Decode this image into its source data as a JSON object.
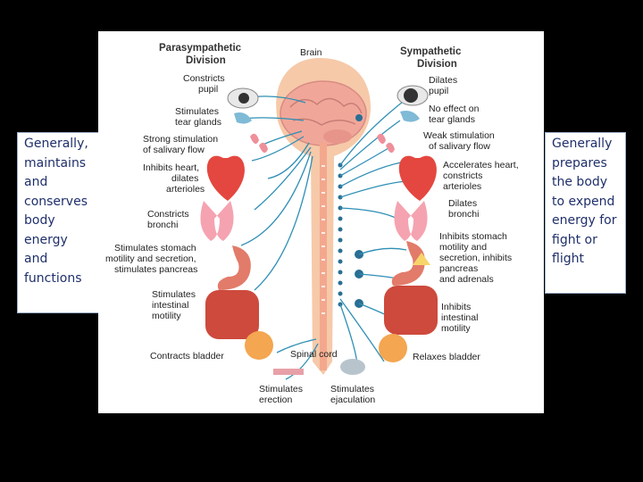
{
  "left_callout": {
    "text": "Generally, maintains and conserves body energy and functions"
  },
  "right_callout": {
    "text": "Generally prepares the body to expend energy for fight or flight"
  },
  "figure": {
    "parasympathetic_title_1": "Parasympathetic",
    "parasympathetic_title_2": "Division",
    "brain": "Brain",
    "sympathetic_title_1": "Sympathetic",
    "sympathetic_title_2": "Division",
    "para": {
      "pupil_1": "Constricts",
      "pupil_2": "pupil",
      "tear_1": "Stimulates",
      "tear_2": "tear glands",
      "saliva_1": "Strong stimulation",
      "saliva_2": "of salivary flow",
      "heart_1": "Inhibits heart,",
      "heart_2": "dilates",
      "heart_3": "arterioles",
      "bronchi_1": "Constricts",
      "bronchi_2": "bronchi",
      "stomach_1": "Stimulates stomach",
      "stomach_2": "motility and secretion,",
      "stomach_3": "stimulates pancreas",
      "intestine_1": "Stimulates",
      "intestine_2": "intestinal",
      "intestine_3": "motility",
      "bladder": "Contracts bladder",
      "erection_1": "Stimulates",
      "erection_2": "erection"
    },
    "symp": {
      "pupil_1": "Dilates",
      "pupil_2": "pupil",
      "tear_1": "No effect on",
      "tear_2": "tear glands",
      "saliva_1": "Weak stimulation",
      "saliva_2": "of salivary flow",
      "heart_1": "Accelerates heart,",
      "heart_2": "constricts",
      "heart_3": "arterioles",
      "bronchi_1": "Dilates",
      "bronchi_2": "bronchi",
      "stomach_1": "Inhibits stomach",
      "stomach_2": "motility and",
      "stomach_3": "secretion, inhibits",
      "stomach_4": "pancreas",
      "stomach_5": "and adrenals",
      "intestine_1": "Inhibits",
      "intestine_2": "intestinal",
      "intestine_3": "motility",
      "bladder": "Relaxes bladder",
      "ejaculation_1": "Stimulates",
      "ejaculation_2": "ejaculation"
    },
    "spinal_cord": "Spinal cord"
  },
  "colors": {
    "callout_text": "#1f2f6b",
    "nerve": "#2f8fb5",
    "body": "#f6c9a9"
  }
}
